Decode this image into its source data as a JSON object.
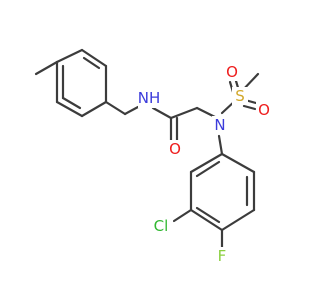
{
  "structure": {
    "colors": {
      "bond": "#3c3c3c",
      "carbon_label": "#3c3c3c",
      "nitrogen": "#3b3bdb",
      "oxygen": "#ee1c1c",
      "sulfur": "#d2a82b",
      "chlorine": "#32b832",
      "fluorine": "#8bcf3f"
    },
    "atoms": {
      "nh": "NH",
      "o_carbonyl": "O",
      "n_sulfonamide": "N",
      "s": "S",
      "o_sulfonyl_left": "O",
      "o_sulfonyl_right": "O",
      "cl": "Cl",
      "f": "F"
    }
  }
}
